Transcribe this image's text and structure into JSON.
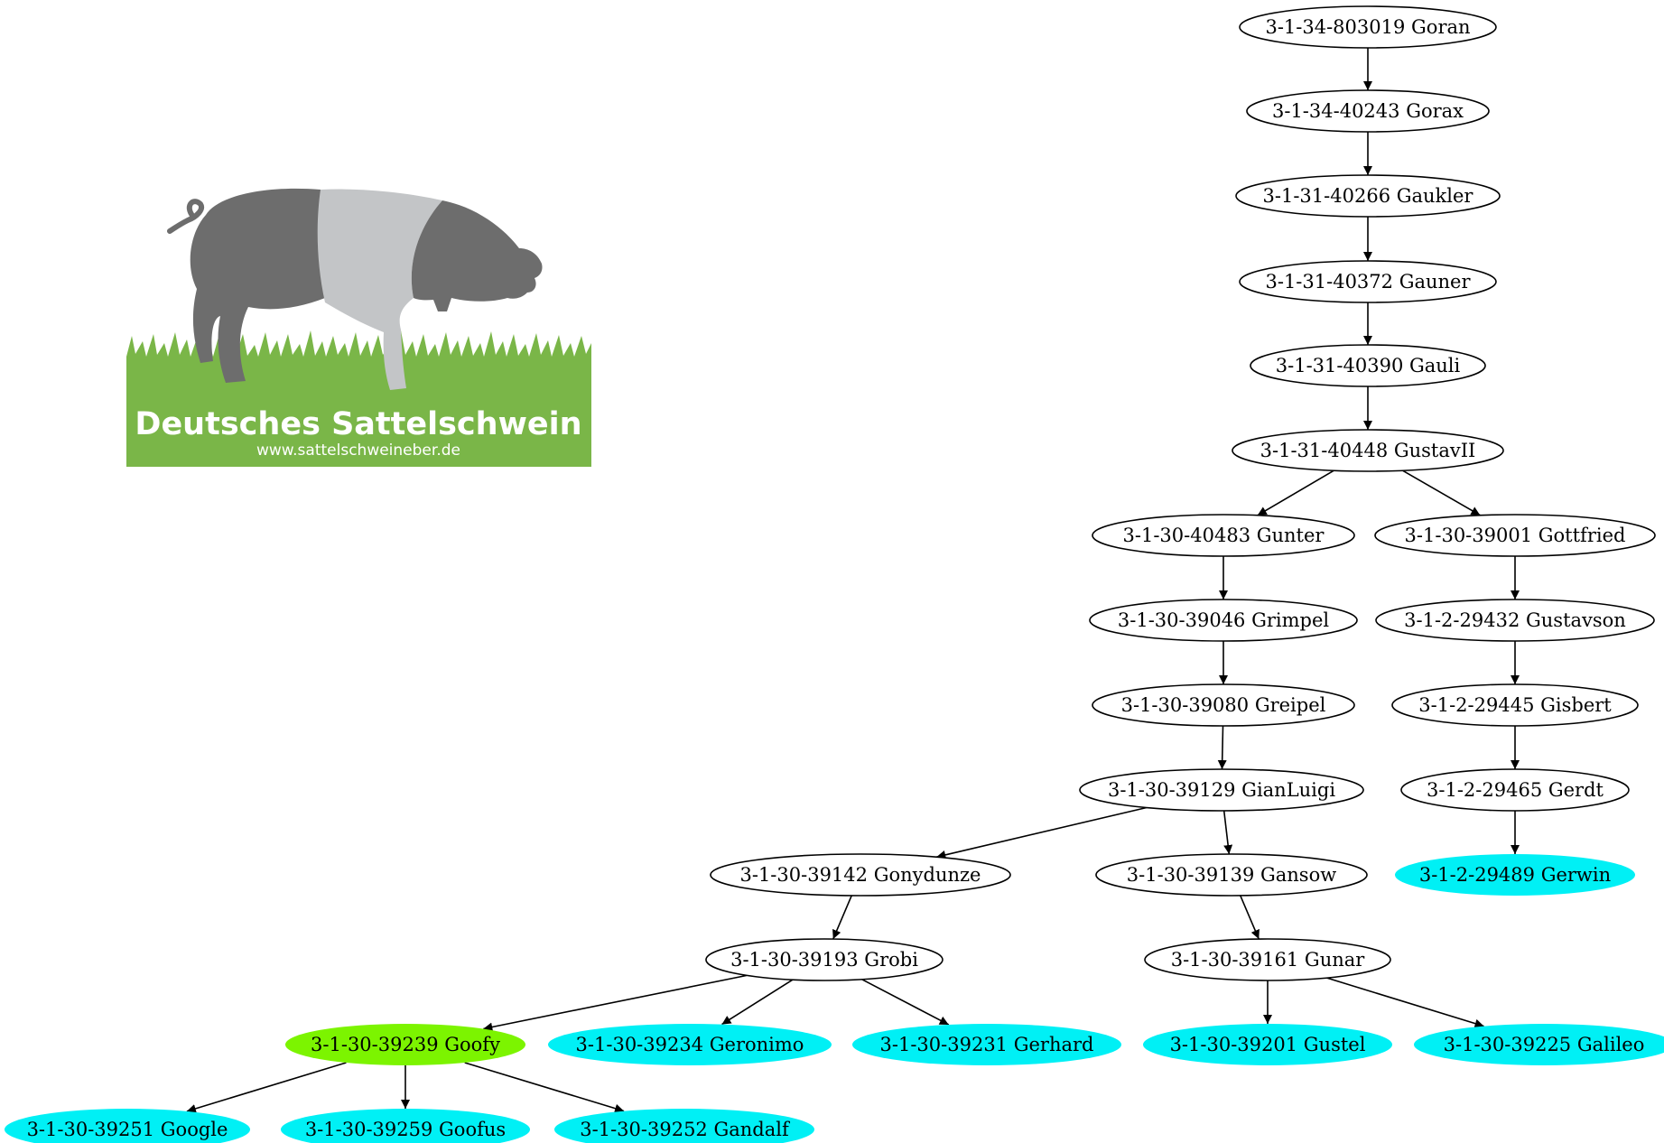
{
  "logo": {
    "title": "Deutsches Sattelschwein",
    "url": "www.sattelschweineber.de",
    "colors": {
      "grass": "#7ab648",
      "pig_dark": "#6d6d6d",
      "pig_saddle": "#c3c5c7"
    }
  },
  "colors": {
    "default_fill": "#ffffff",
    "leaf_fill": "#00f0f5",
    "highlight_fill": "#7cf400"
  },
  "nodes": [
    {
      "id": "n1",
      "label": "3-1-34-803019 Goran",
      "style": "default"
    },
    {
      "id": "n2",
      "label": "3-1-34-40243 Gorax",
      "style": "default"
    },
    {
      "id": "n3",
      "label": "3-1-31-40266 Gaukler",
      "style": "default"
    },
    {
      "id": "n4",
      "label": "3-1-31-40372 Gauner",
      "style": "default"
    },
    {
      "id": "n5",
      "label": "3-1-31-40390 Gauli",
      "style": "default"
    },
    {
      "id": "n6",
      "label": "3-1-31-40448 GustavII",
      "style": "default"
    },
    {
      "id": "n7",
      "label": "3-1-30-40483 Gunter",
      "style": "default"
    },
    {
      "id": "n8",
      "label": "3-1-30-39001 Gottfried",
      "style": "default"
    },
    {
      "id": "n9",
      "label": "3-1-30-39046 Grimpel",
      "style": "default"
    },
    {
      "id": "n10",
      "label": "3-1-2-29432 Gustavson",
      "style": "default"
    },
    {
      "id": "n11",
      "label": "3-1-30-39080 Greipel",
      "style": "default"
    },
    {
      "id": "n12",
      "label": "3-1-2-29445 Gisbert",
      "style": "default"
    },
    {
      "id": "n13",
      "label": "3-1-30-39129 GianLuigi",
      "style": "default"
    },
    {
      "id": "n14",
      "label": "3-1-2-29465 Gerdt",
      "style": "default"
    },
    {
      "id": "n15",
      "label": "3-1-30-39142 Gonydunze",
      "style": "default"
    },
    {
      "id": "n16",
      "label": "3-1-30-39139 Gansow",
      "style": "default"
    },
    {
      "id": "n17",
      "label": "3-1-2-29489 Gerwin",
      "style": "leaf"
    },
    {
      "id": "n18",
      "label": "3-1-30-39193 Grobi",
      "style": "default"
    },
    {
      "id": "n19",
      "label": "3-1-30-39161 Gunar",
      "style": "default"
    },
    {
      "id": "n20",
      "label": "3-1-30-39239 Goofy",
      "style": "highlight"
    },
    {
      "id": "n21",
      "label": "3-1-30-39234 Geronimo",
      "style": "leaf"
    },
    {
      "id": "n22",
      "label": "3-1-30-39231 Gerhard",
      "style": "leaf"
    },
    {
      "id": "n23",
      "label": "3-1-30-39201 Gustel",
      "style": "leaf"
    },
    {
      "id": "n24",
      "label": "3-1-30-39225 Galileo",
      "style": "leaf"
    },
    {
      "id": "n25",
      "label": "3-1-30-39251 Google",
      "style": "leaf"
    },
    {
      "id": "n26",
      "label": "3-1-30-39259 Goofus",
      "style": "leaf"
    },
    {
      "id": "n27",
      "label": "3-1-30-39252 Gandalf",
      "style": "leaf"
    }
  ],
  "edges": [
    [
      "n1",
      "n2"
    ],
    [
      "n2",
      "n3"
    ],
    [
      "n3",
      "n4"
    ],
    [
      "n4",
      "n5"
    ],
    [
      "n5",
      "n6"
    ],
    [
      "n6",
      "n7"
    ],
    [
      "n6",
      "n8"
    ],
    [
      "n7",
      "n9"
    ],
    [
      "n9",
      "n11"
    ],
    [
      "n11",
      "n13"
    ],
    [
      "n8",
      "n10"
    ],
    [
      "n10",
      "n12"
    ],
    [
      "n12",
      "n14"
    ],
    [
      "n14",
      "n17"
    ],
    [
      "n13",
      "n15"
    ],
    [
      "n13",
      "n16"
    ],
    [
      "n15",
      "n18"
    ],
    [
      "n16",
      "n19"
    ],
    [
      "n18",
      "n20"
    ],
    [
      "n18",
      "n21"
    ],
    [
      "n18",
      "n22"
    ],
    [
      "n19",
      "n23"
    ],
    [
      "n19",
      "n24"
    ],
    [
      "n20",
      "n25"
    ],
    [
      "n20",
      "n26"
    ],
    [
      "n20",
      "n27"
    ]
  ]
}
